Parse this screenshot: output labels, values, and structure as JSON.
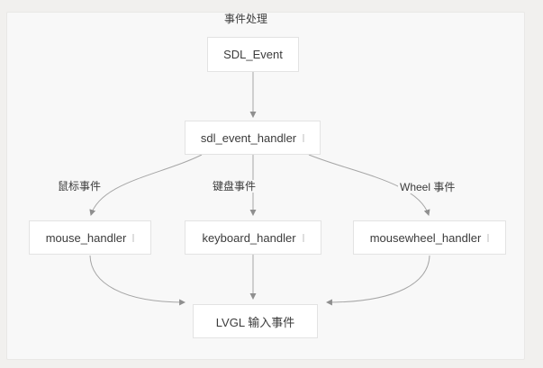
{
  "diagram": {
    "title": "事件处理",
    "nodes": [
      {
        "id": "sdl_event",
        "label": "SDL_Event"
      },
      {
        "id": "sdl_event_handler",
        "label": "sdl_event_handler"
      },
      {
        "id": "mouse_handler",
        "label": "mouse_handler"
      },
      {
        "id": "keyboard_handler",
        "label": "keyboard_handler"
      },
      {
        "id": "mousewheel_handler",
        "label": "mousewheel_handler"
      },
      {
        "id": "lvgl_input",
        "label": "LVGL 输入事件"
      }
    ],
    "edges": [
      {
        "from": "sdl_event",
        "to": "sdl_event_handler",
        "label": ""
      },
      {
        "from": "sdl_event_handler",
        "to": "mouse_handler",
        "label": "鼠标事件"
      },
      {
        "from": "sdl_event_handler",
        "to": "keyboard_handler",
        "label": "键盘事件"
      },
      {
        "from": "sdl_event_handler",
        "to": "mousewheel_handler",
        "label": "Wheel 事件"
      },
      {
        "from": "mouse_handler",
        "to": "lvgl_input",
        "label": ""
      },
      {
        "from": "keyboard_handler",
        "to": "lvgl_input",
        "label": ""
      },
      {
        "from": "mousewheel_handler",
        "to": "lvgl_input",
        "label": ""
      }
    ],
    "colors": {
      "canvas_bg": "#f1f0ee",
      "panel_bg": "#f8f8f8",
      "panel_border": "#e9e8e6",
      "node_bg": "#ffffff",
      "node_border": "#e3e3e3",
      "edge_line": "#a6a6a6",
      "arrowhead": "#8f8f8f",
      "text": "#3b3b3b"
    }
  }
}
